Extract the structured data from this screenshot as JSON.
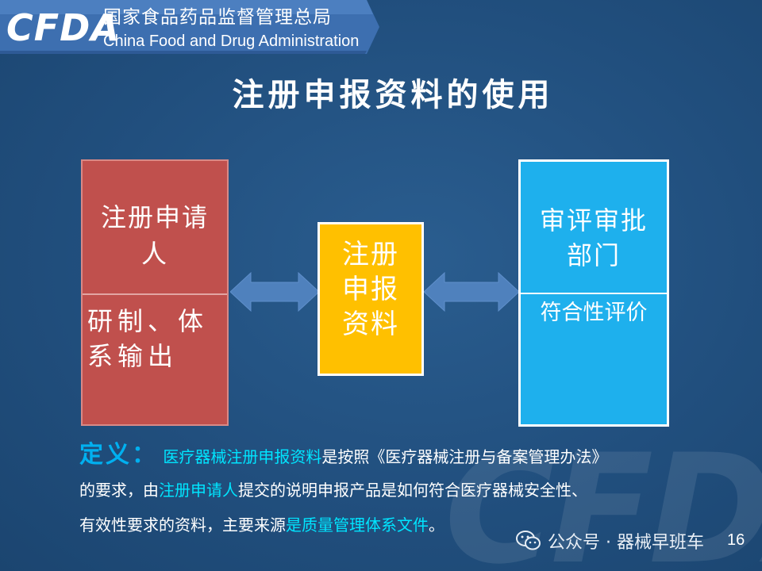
{
  "header": {
    "logo_text": "CFDA",
    "agency_name_cn": "国家食品药品监督管理总局",
    "agency_name_en": "China Food and Drug Administration",
    "ribbon_color": "#4a7fbf"
  },
  "slide_title": "注册申报资料的使用",
  "diagram": {
    "applicant": {
      "title": "注册申请人",
      "detail": "研制、体系输出",
      "color": "#c0504d"
    },
    "material": {
      "title": "注册申报资料",
      "color": "#ffc000"
    },
    "review": {
      "title": "审评审批部门",
      "detail": "符合性评价",
      "color": "#1eb0ed"
    },
    "arrow_color": "#4f81bd"
  },
  "definition": {
    "label": "定义：",
    "line1_a": "医疗器械注册申报资料",
    "line1_b": "是按照《医疗器械注册与备案管理办法》",
    "line2_a": "的要求，由",
    "line2_b": "注册申请人",
    "line2_c": "提交的说明申报产品是如何符合医疗器械安全性、",
    "line3_a": "有效性要求的资料，主要来源",
    "line3_b": "是质量管理体系文件",
    "line3_c": "。"
  },
  "watermark_text": "CFDA",
  "footer": {
    "brand": "公众号 · 器械早班车",
    "icon": "wechat-icon"
  },
  "page_number": "16"
}
